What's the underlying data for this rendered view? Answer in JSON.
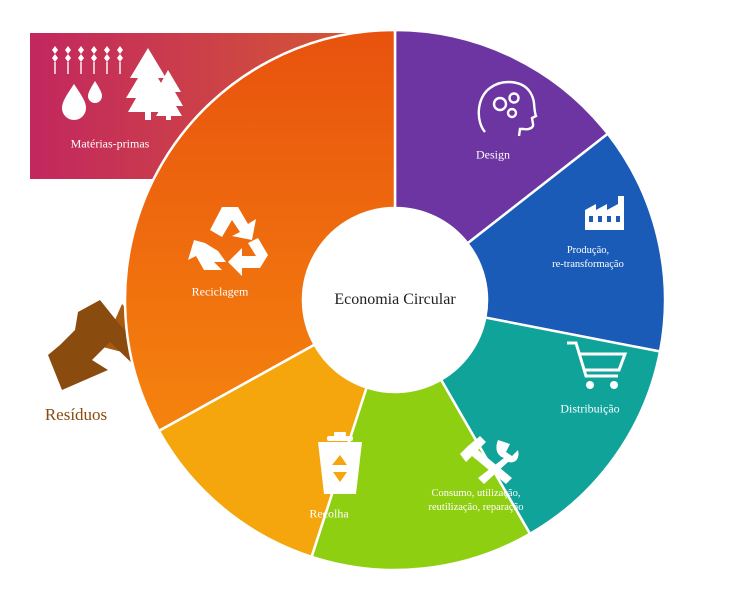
{
  "center": {
    "title": "Economia Circular"
  },
  "raw_materials": {
    "label": "Matérias-primas"
  },
  "waste": {
    "label": "Resíduos"
  },
  "segments": [
    {
      "id": "design",
      "label": "Design",
      "color": "#6d35a2"
    },
    {
      "id": "production",
      "label": "Produção,\nre-transformação",
      "color": "#1a5bb8"
    },
    {
      "id": "distribution",
      "label": "Distribuição",
      "color": "#0fa39a"
    },
    {
      "id": "consumption",
      "label": "Consumo, utilização,\nreutilização, reparação",
      "color": "#8fcf12"
    },
    {
      "id": "collection",
      "label": "Recolha",
      "color": "#f5a60c"
    },
    {
      "id": "recycling",
      "label": "Reciclagem",
      "color": "#f06a0c"
    }
  ],
  "colors": {
    "raw_materials_start": "#c2275f",
    "raw_materials_end": "#d8602c",
    "waste_arrow": "#8a4b0f"
  },
  "icons": {
    "raw_materials": [
      "wheat-icon",
      "water-drops-icon",
      "trees-icon"
    ],
    "design": "head-gears-icon",
    "production": "factory-icon",
    "distribution": "shopping-cart-icon",
    "consumption": "tools-icon",
    "collection": "recycle-bin-icon",
    "recycling": "recycle-icon"
  }
}
